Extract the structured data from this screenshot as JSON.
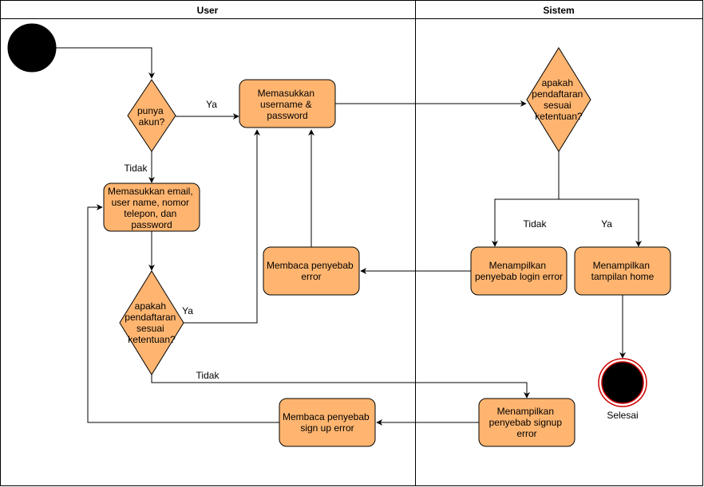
{
  "lanes": {
    "user": "User",
    "system": "Sistem"
  },
  "nodes": {
    "decision_has_account": [
      "punya",
      "akun?"
    ],
    "enter_credentials": [
      "Memasukkan",
      "username &",
      "password"
    ],
    "enter_signup": [
      "Memasukkan email,",
      "user name, nomor",
      "telepon, dan",
      "password"
    ],
    "decision_user_valid": [
      "apakah",
      "pendaftaran",
      "sesuai",
      "ketentuan?"
    ],
    "read_error": [
      "Membaca penyebab",
      "error"
    ],
    "read_signup_error": [
      "Membaca penyebab",
      "sign up error"
    ],
    "decision_system_valid": [
      "apakah",
      "pendaftaran",
      "sesuai",
      "ketentuan?"
    ],
    "show_login_error": [
      "Menampilkan",
      "penyebab login error"
    ],
    "show_home": [
      "Menampilkan",
      "tampilan home"
    ],
    "show_signup_error": [
      "Menampilkan",
      "penyebab signup",
      "error"
    ],
    "end_label": "Selesai"
  },
  "edge_labels": {
    "ya_account": "Ya",
    "tidak_account": "Tidak",
    "ya_user_valid": "Ya",
    "tidak_user_valid": "Tidak",
    "tidak_system": "Tidak",
    "ya_system": "Ya"
  },
  "colors": {
    "node_fill": "#FFB570",
    "stroke": "#000000",
    "end_ring": "#CC0000"
  }
}
